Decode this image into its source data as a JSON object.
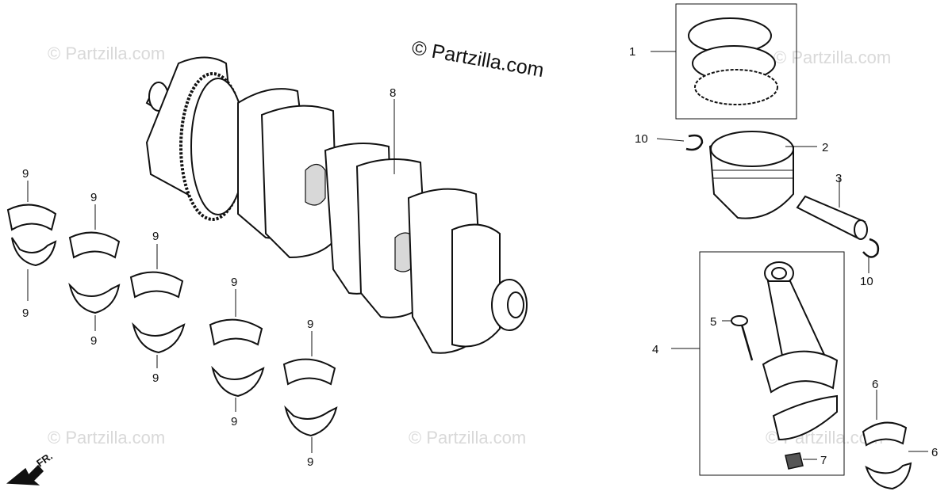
{
  "copyright": "© Partzilla.com",
  "watermark": "© Partzilla.com",
  "front_marker": "FR.",
  "callouts": [
    {
      "id": "1",
      "text": "1"
    },
    {
      "id": "2",
      "text": "2"
    },
    {
      "id": "3",
      "text": "3"
    },
    {
      "id": "4",
      "text": "4"
    },
    {
      "id": "5",
      "text": "5"
    },
    {
      "id": "6",
      "text": "6"
    },
    {
      "id": "7",
      "text": "7"
    },
    {
      "id": "8",
      "text": "8"
    },
    {
      "id": "9",
      "text": "9"
    },
    {
      "id": "10",
      "text": "10"
    }
  ]
}
